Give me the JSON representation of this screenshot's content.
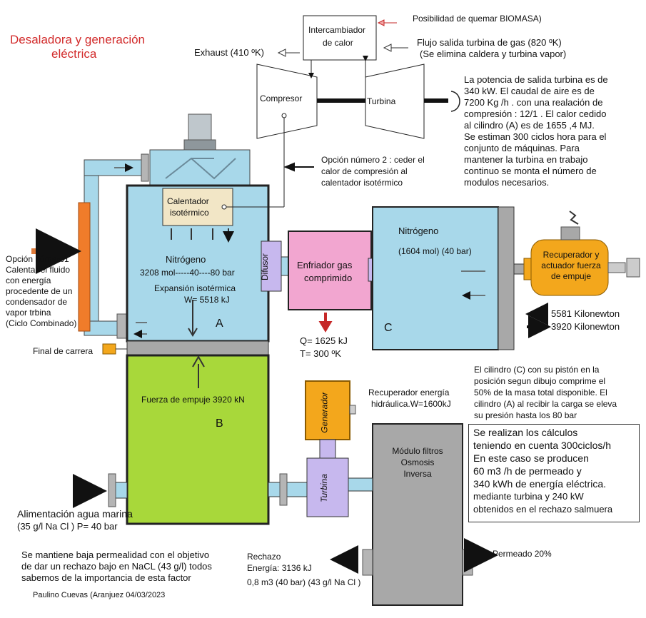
{
  "title": {
    "line1": "Desaladora y generación",
    "line2": "eléctrica"
  },
  "biomasa": "Posibilidad de quemar BIOMASA)",
  "intercambiador": {
    "line1": "Intercambiador",
    "line2": "de calor"
  },
  "flujo": {
    "line1": "Flujo salida turbina de gas (820 ºK)",
    "line2": "(Se elimina caldera y turbina vapor)"
  },
  "exhaust": "Exhaust (410 ºK)",
  "compresor": "Compresor",
  "turbina_gas": "Turbina",
  "potencia": {
    "lines": [
      "La potencia de salida turbina  es de",
      "340 kW. El caudal de aire es de",
      " 7200 Kg /h . con una realación de",
      " compresión : 12/1 . El calor cedido",
      "al cilindro (A) es de 1655 ,4 MJ.",
      " Se estiman 300 ciclos hora para el",
      "conjunto de máquinas. Para",
      "mantener la turbina en trabajo",
      "continuo se monta el número de",
      "modulos necesarios."
    ]
  },
  "opcion2": {
    "lines": [
      "Opción número 2 : ceder el",
      "calor de compresión al",
      "calentador isotérmico"
    ]
  },
  "calentador": {
    "line1": "Calentador",
    "line2": "isotérmico"
  },
  "cylA": {
    "gas": "Nitrógeno",
    "moles": "3208 mol-----40----80 bar",
    "expansion": "Expansión isotérmica",
    "work": "W= 5518 kJ",
    "label": "A"
  },
  "cylB": {
    "fuerza": "Fuerza de empuje 3920 kN",
    "label": "B"
  },
  "opcion1": {
    "lines": [
      "Opción número1",
      "Calentar el fluido",
      "con energía",
      "procedente de un",
      "condensador de",
      "vapor trbina",
      " (Ciclo Combinado)"
    ]
  },
  "final_carrera": "Final de carrera",
  "difusor": "Difusor",
  "enfriador": {
    "line1": "Enfriador gas",
    "line2": "comprimido"
  },
  "q": {
    "line1": "Q= 1625 kJ",
    "line2": "T= 300 ºK"
  },
  "cylC": {
    "gas": "Nitrógeno",
    "moles": "(1604 mol) (40 bar)",
    "label": "C"
  },
  "recuperador": {
    "lines": [
      "Recuperador y",
      "actuador fuerza",
      "de empuje"
    ]
  },
  "fuerzas": {
    "f1": "5581 Kilonewton",
    "f2": "3920 Kilonewton"
  },
  "cilindro_c_text": {
    "lines": [
      "El cilindro (C) con su pistón en la",
      "posición segun dibujo comprime el",
      "50% de la masa total disponible. El",
      "cilindro (A) al recibir la carga se eleva",
      "su presión hasta los 80 bar"
    ]
  },
  "generador": "Generador",
  "recuperador_hidraulico": {
    "line1": "Recuperador energía",
    "line2": "hidráulica.W=1600kJ"
  },
  "calculos": {
    "lines": [
      "Se realizan los cálculos",
      "teniendo en cuenta 300ciclos/h",
      "En este caso se producen",
      "60 m3 /h de permeado y",
      " 340 kWh de energía eléctrica.",
      "mediante turbina y 240 kW",
      "obtenidos en el rechazo salmuera"
    ]
  },
  "modulo": {
    "lines": [
      "Módulo filtros",
      "Osmosis",
      "Inversa"
    ]
  },
  "turbina_agua": "Turbina",
  "alimentacion": {
    "line1": "Alimentación agua marina",
    "line2": " (35 g/l Na Cl ) P= 40 bar"
  },
  "rechazo": {
    "line1": "Rechazo",
    "line2": "Energía: 3136 kJ",
    "line3": "0,8 m3 (40 bar)   (43 g/l Na Cl )"
  },
  "permeado": "Permeado  20%",
  "nota": {
    "lines": [
      "Se mantiene baja permealidad con el objetivo",
      "de dar un rechazo bajo en NaCL (43 g/l) todos",
      "sabemos de la importancia de esta factor"
    ]
  },
  "autor": "Paulino Cuevas (Aranjuez 04/03/2023",
  "colors": {
    "water": "#a8d8ea",
    "water_dark": "#8cc6df",
    "green": "#a8d83a",
    "pink": "#f2a6d0",
    "orange": "#f3a71c",
    "lavender": "#c7b8ee",
    "gray": "#a8a8a8",
    "tan": "#f2e6c6",
    "red_title": "#d22b2b",
    "orange_pipe": "#f07c2a"
  }
}
